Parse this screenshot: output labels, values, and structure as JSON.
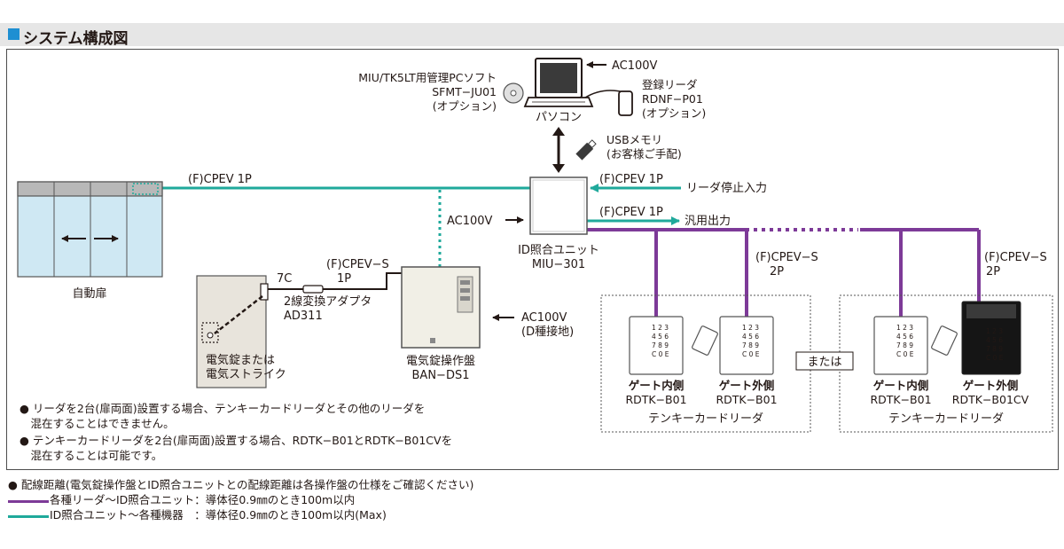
{
  "title": "システム構成図",
  "labels": {
    "software_1": "MIU/TK5LT用管理PCソフト",
    "software_2": "SFMT−JU01",
    "software_3": "(オプション)",
    "pc": "パソコン",
    "pc_power": "AC100V",
    "reg_reader_1": "登録リーダ",
    "reg_reader_2": "RDNF−P01",
    "reg_reader_3": "(オプション)",
    "usb_1": "USBメモリ",
    "usb_2": "(お客様ご手配)",
    "cable_door": "(F)CPEV 1P",
    "cable_stop": "(F)CPEV 1P",
    "stop_input": "リーダ停止入力",
    "cable_output": "(F)CPEV 1P",
    "general_output": "汎用出力",
    "unit_power": "AC100V",
    "unit_1": "ID照合ユニット",
    "unit_2": "MIU−301",
    "door": "自動扉",
    "cable_7c": "7C",
    "cable_lock_1": "(F)CPEV−S",
    "cable_lock_2": "1P",
    "adapter_1": "2線変換アダプタ",
    "adapter_2": "AD311",
    "lock_1": "電気錠または",
    "lock_2": "電気ストライク",
    "panel_power_1": "AC100V",
    "panel_power_2": "(D種接地)",
    "panel_1": "電気錠操作盤",
    "panel_2": "BAN−DS1",
    "cable_reader_a_1": "(F)CPEV−S",
    "cable_reader_a_2": "2P",
    "cable_reader_b_1": "(F)CPEV−S",
    "cable_reader_b_2": "2P",
    "or": "または",
    "group_a": {
      "inside_label": "ゲート内側",
      "inside_model": "RDTK−B01",
      "outside_label": "ゲート外側",
      "outside_model": "RDTK−B01",
      "caption": "テンキーカードリーダ"
    },
    "group_b": {
      "inside_label": "ゲート内側",
      "inside_model": "RDTK−B01",
      "outside_label": "ゲート外側",
      "outside_model": "RDTK−B01CV",
      "caption": "テンキーカードリーダ"
    },
    "keypad_rows": [
      "1 2 3",
      "4 5 6",
      "7 8 9",
      "C 0 E"
    ]
  },
  "notes": [
    "● リーダを2台(扉両面)設置する場合、テンキーカードリーダとその他のリーダを",
    "　混在することはできません。",
    "● テンキーカードリーダを2台(扉両面)設置する場合、RDTK−B01とRDTK−B01CVを",
    "　混在することは可能です。"
  ],
  "legend": {
    "header": "● 配線距離(電気錠操作盤とID照合ユニットとの配線距離は各操作盤の仕様をご確認ください)",
    "purple_text": "各種リーダ〜ID照合ユニット：導体径0.9㎜のとき100m以内",
    "teal_text": "ID照合ユニット〜各種機器　：導体径0.9㎜のとき100m以内(Max)",
    "purple_color": "#7d3a98",
    "teal_color": "#1fa99b"
  }
}
